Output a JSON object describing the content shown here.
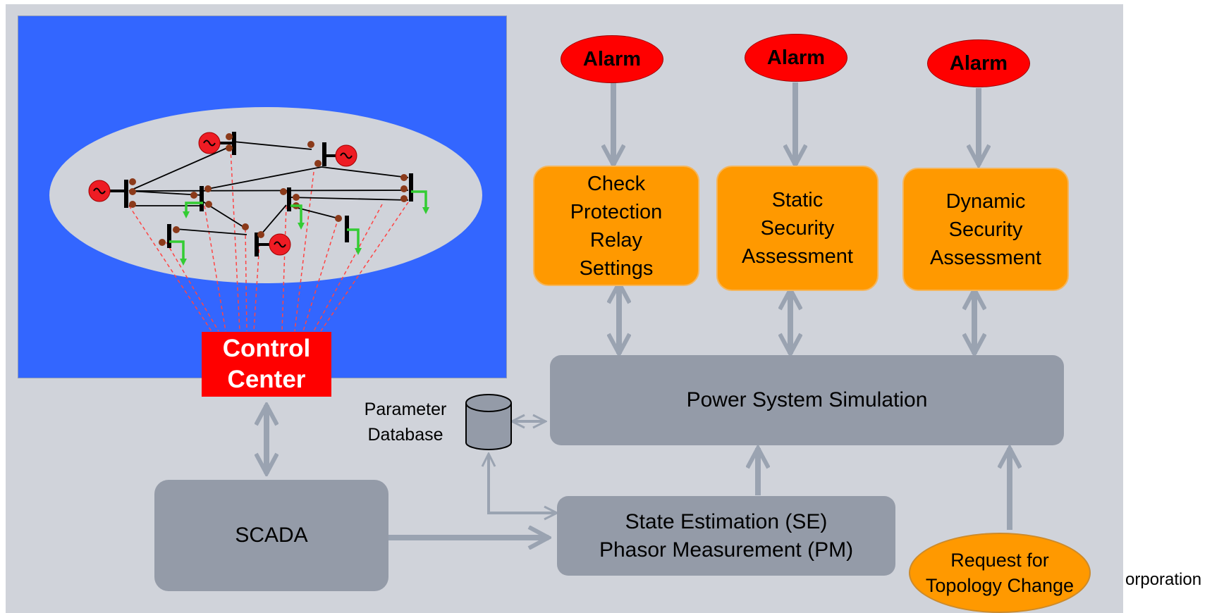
{
  "control_center": {
    "line1": "Control",
    "line2": "Center"
  },
  "alarm_label": "Alarm",
  "modules": {
    "check_protection": [
      "Check",
      "Protection",
      "Relay",
      "Settings"
    ],
    "static_security": [
      "Static",
      "Security",
      "Assessment"
    ],
    "dynamic_security": [
      "Dynamic",
      "Security",
      "Assessment"
    ]
  },
  "power_system_simulation": "Power System Simulation",
  "parameter_database": {
    "line1": "Parameter",
    "line2": "Database"
  },
  "scada": "SCADA",
  "state_estimation": {
    "line1": "State Estimation (SE)",
    "line2": "Phasor Measurement (PM)"
  },
  "request_topology": {
    "line1": "Request for",
    "line2": "Topology Change"
  },
  "footer_fragment": "orporation",
  "colors": {
    "panel_background": "#d0d3da",
    "grid_panel": "#3366ff",
    "alarm": "#ff0000",
    "module": "#ff9900",
    "process_box": "#949ba8",
    "arrow": "#9aa3b1",
    "generator": "#ee1c24",
    "measurement_line": "#ff4444",
    "load_arrow": "#33cc33",
    "node_dot": "#8b3a1a"
  },
  "icons": [
    "generator-icon",
    "bus-bar-icon",
    "load-arrow-icon",
    "database-cylinder-icon"
  ]
}
